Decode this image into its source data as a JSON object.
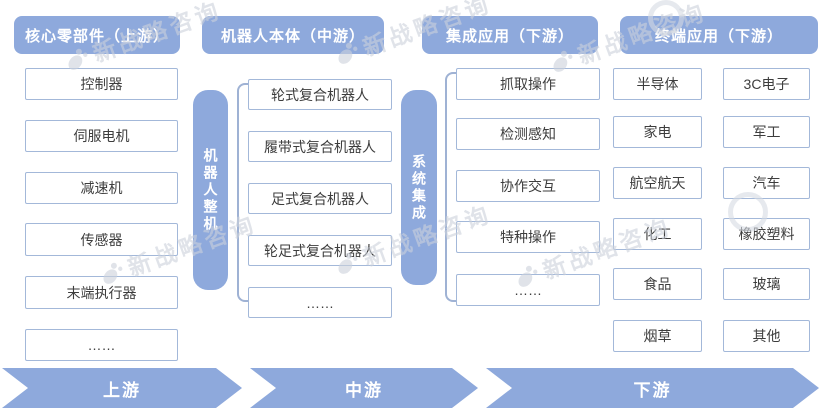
{
  "colors": {
    "accent_blue": "#8ea9dc",
    "box_border": "#a3b8d9",
    "box_text": "#3d3d3d",
    "header_text": "#ffffff",
    "watermark_gray": "#ccd2dc"
  },
  "columns": [
    {
      "header": "核心零部件（上游）",
      "items": [
        "控制器",
        "伺服电机",
        "减速机",
        "传感器",
        "末端执行器",
        "……"
      ]
    },
    {
      "header": "机器人本体（中游）",
      "side_label": "机器人整机",
      "items": [
        "轮式复合机器人",
        "履带式复合机器人",
        "足式复合机器人",
        "轮足式复合机器人",
        "……"
      ]
    },
    {
      "header": "集成应用（下游）",
      "side_label": "系统集成",
      "items": [
        "抓取操作",
        "检测感知",
        "协作交互",
        "特种操作",
        "……"
      ]
    },
    {
      "header": "终端应用（下游）",
      "items_left": [
        "半导体",
        "家电",
        "航空航天",
        "化工",
        "食品",
        "烟草"
      ],
      "items_right": [
        "3C电子",
        "军工",
        "汽车",
        "橡胶塑料",
        "玻璃",
        "其他"
      ]
    }
  ],
  "flow_banner": [
    "上游",
    "中游",
    "下游"
  ],
  "watermark": {
    "text": "新战略咨询"
  }
}
